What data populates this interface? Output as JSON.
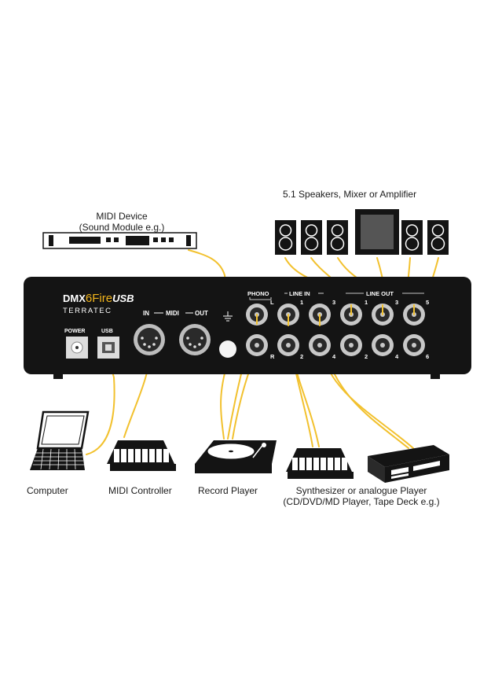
{
  "device": {
    "brand_prefix": "DMX",
    "brand_model": "6Fire",
    "brand_suffix": "USB",
    "maker": "TERRATEC",
    "port_labels": {
      "power": "POWER",
      "usb": "USB",
      "midi_in": "IN",
      "midi": "MIDI",
      "midi_out": "OUT",
      "phono": "PHONO",
      "line_in": "LINE IN",
      "line_out": "LINE OUT",
      "L": "L",
      "R": "R",
      "lin1": "1",
      "lin2": "2",
      "lin3": "3",
      "lin4": "4",
      "lout1": "1",
      "lout2": "2",
      "lout3": "3",
      "lout4": "4",
      "lout5": "5",
      "lout6": "6"
    }
  },
  "labels": {
    "speakers": "5.1 Speakers, Mixer or Amplifier",
    "midi_device_line1": "MIDI Device",
    "midi_device_line2": "(Sound Module e.g.)",
    "computer": "Computer",
    "midi_controller": "MIDI Controller",
    "record_player": "Record Player",
    "synth_line1": "Synthesizer or analogue Player",
    "synth_line2": "(CD/DVD/MD Player, Tape Deck e.g.)"
  },
  "colors": {
    "cable": "#f2c12e",
    "device_body": "#141414",
    "accent_yellow": "#f3b51b",
    "text": "#1a1a1a"
  }
}
